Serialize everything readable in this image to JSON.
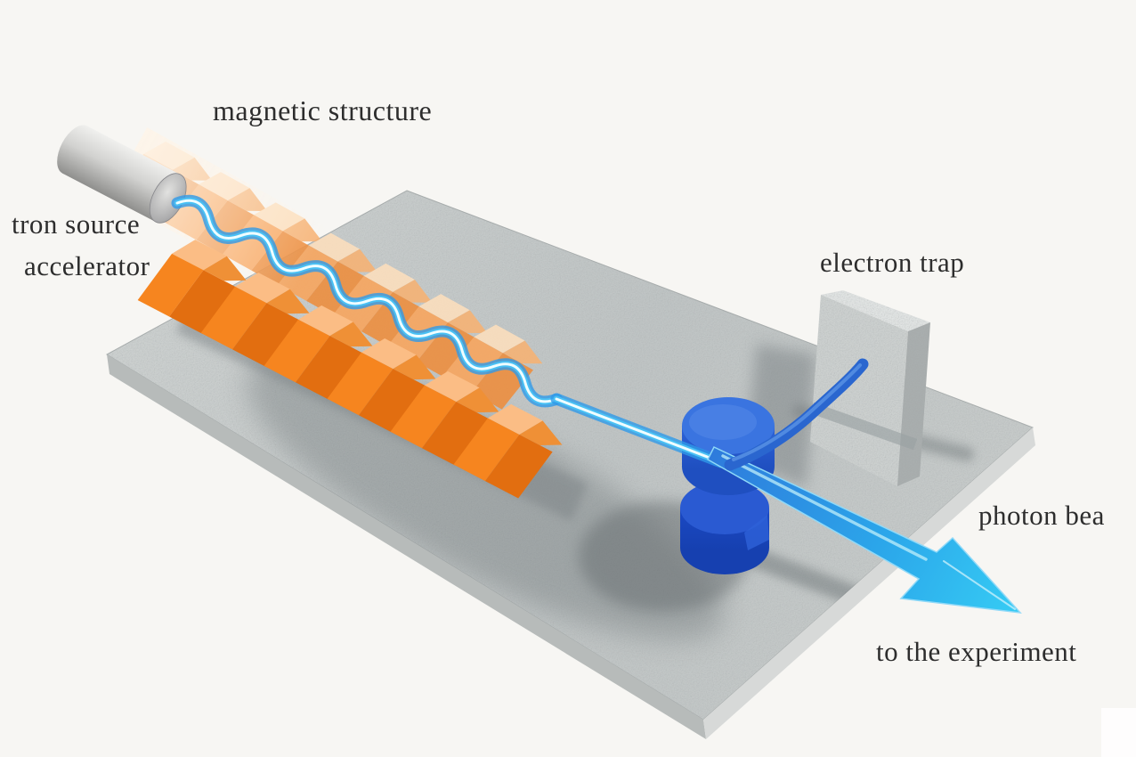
{
  "scene": {
    "background": "#f7f6f3",
    "labels": {
      "magnetic_structure": "magnetic structure",
      "source_line1": "tron source",
      "source_line2": "accelerator",
      "electron_trap": "electron trap",
      "photon_beam": "photon bea",
      "to_experiment": "to the experiment"
    },
    "colors": {
      "magnet_front": "#f6851f",
      "magnet_front_dark": "#e26e10",
      "magnet_top_light": "#fbbd85",
      "magnet_top_mid": "#ef9036",
      "beam_glow": "#2f9ae8",
      "beam_core": "#effdff",
      "photon_start": "#2e7bdc",
      "photon_tip": "#36ccf4",
      "dipole_upper_blue": "#2b5ed6",
      "dipole_lower_blue": "#1c4ccc",
      "source_metal": "#c9c9c7",
      "granite_gray": "#c6cac9",
      "shadow_gray": "#6d7477",
      "text_color": "#2d2d2d"
    }
  }
}
